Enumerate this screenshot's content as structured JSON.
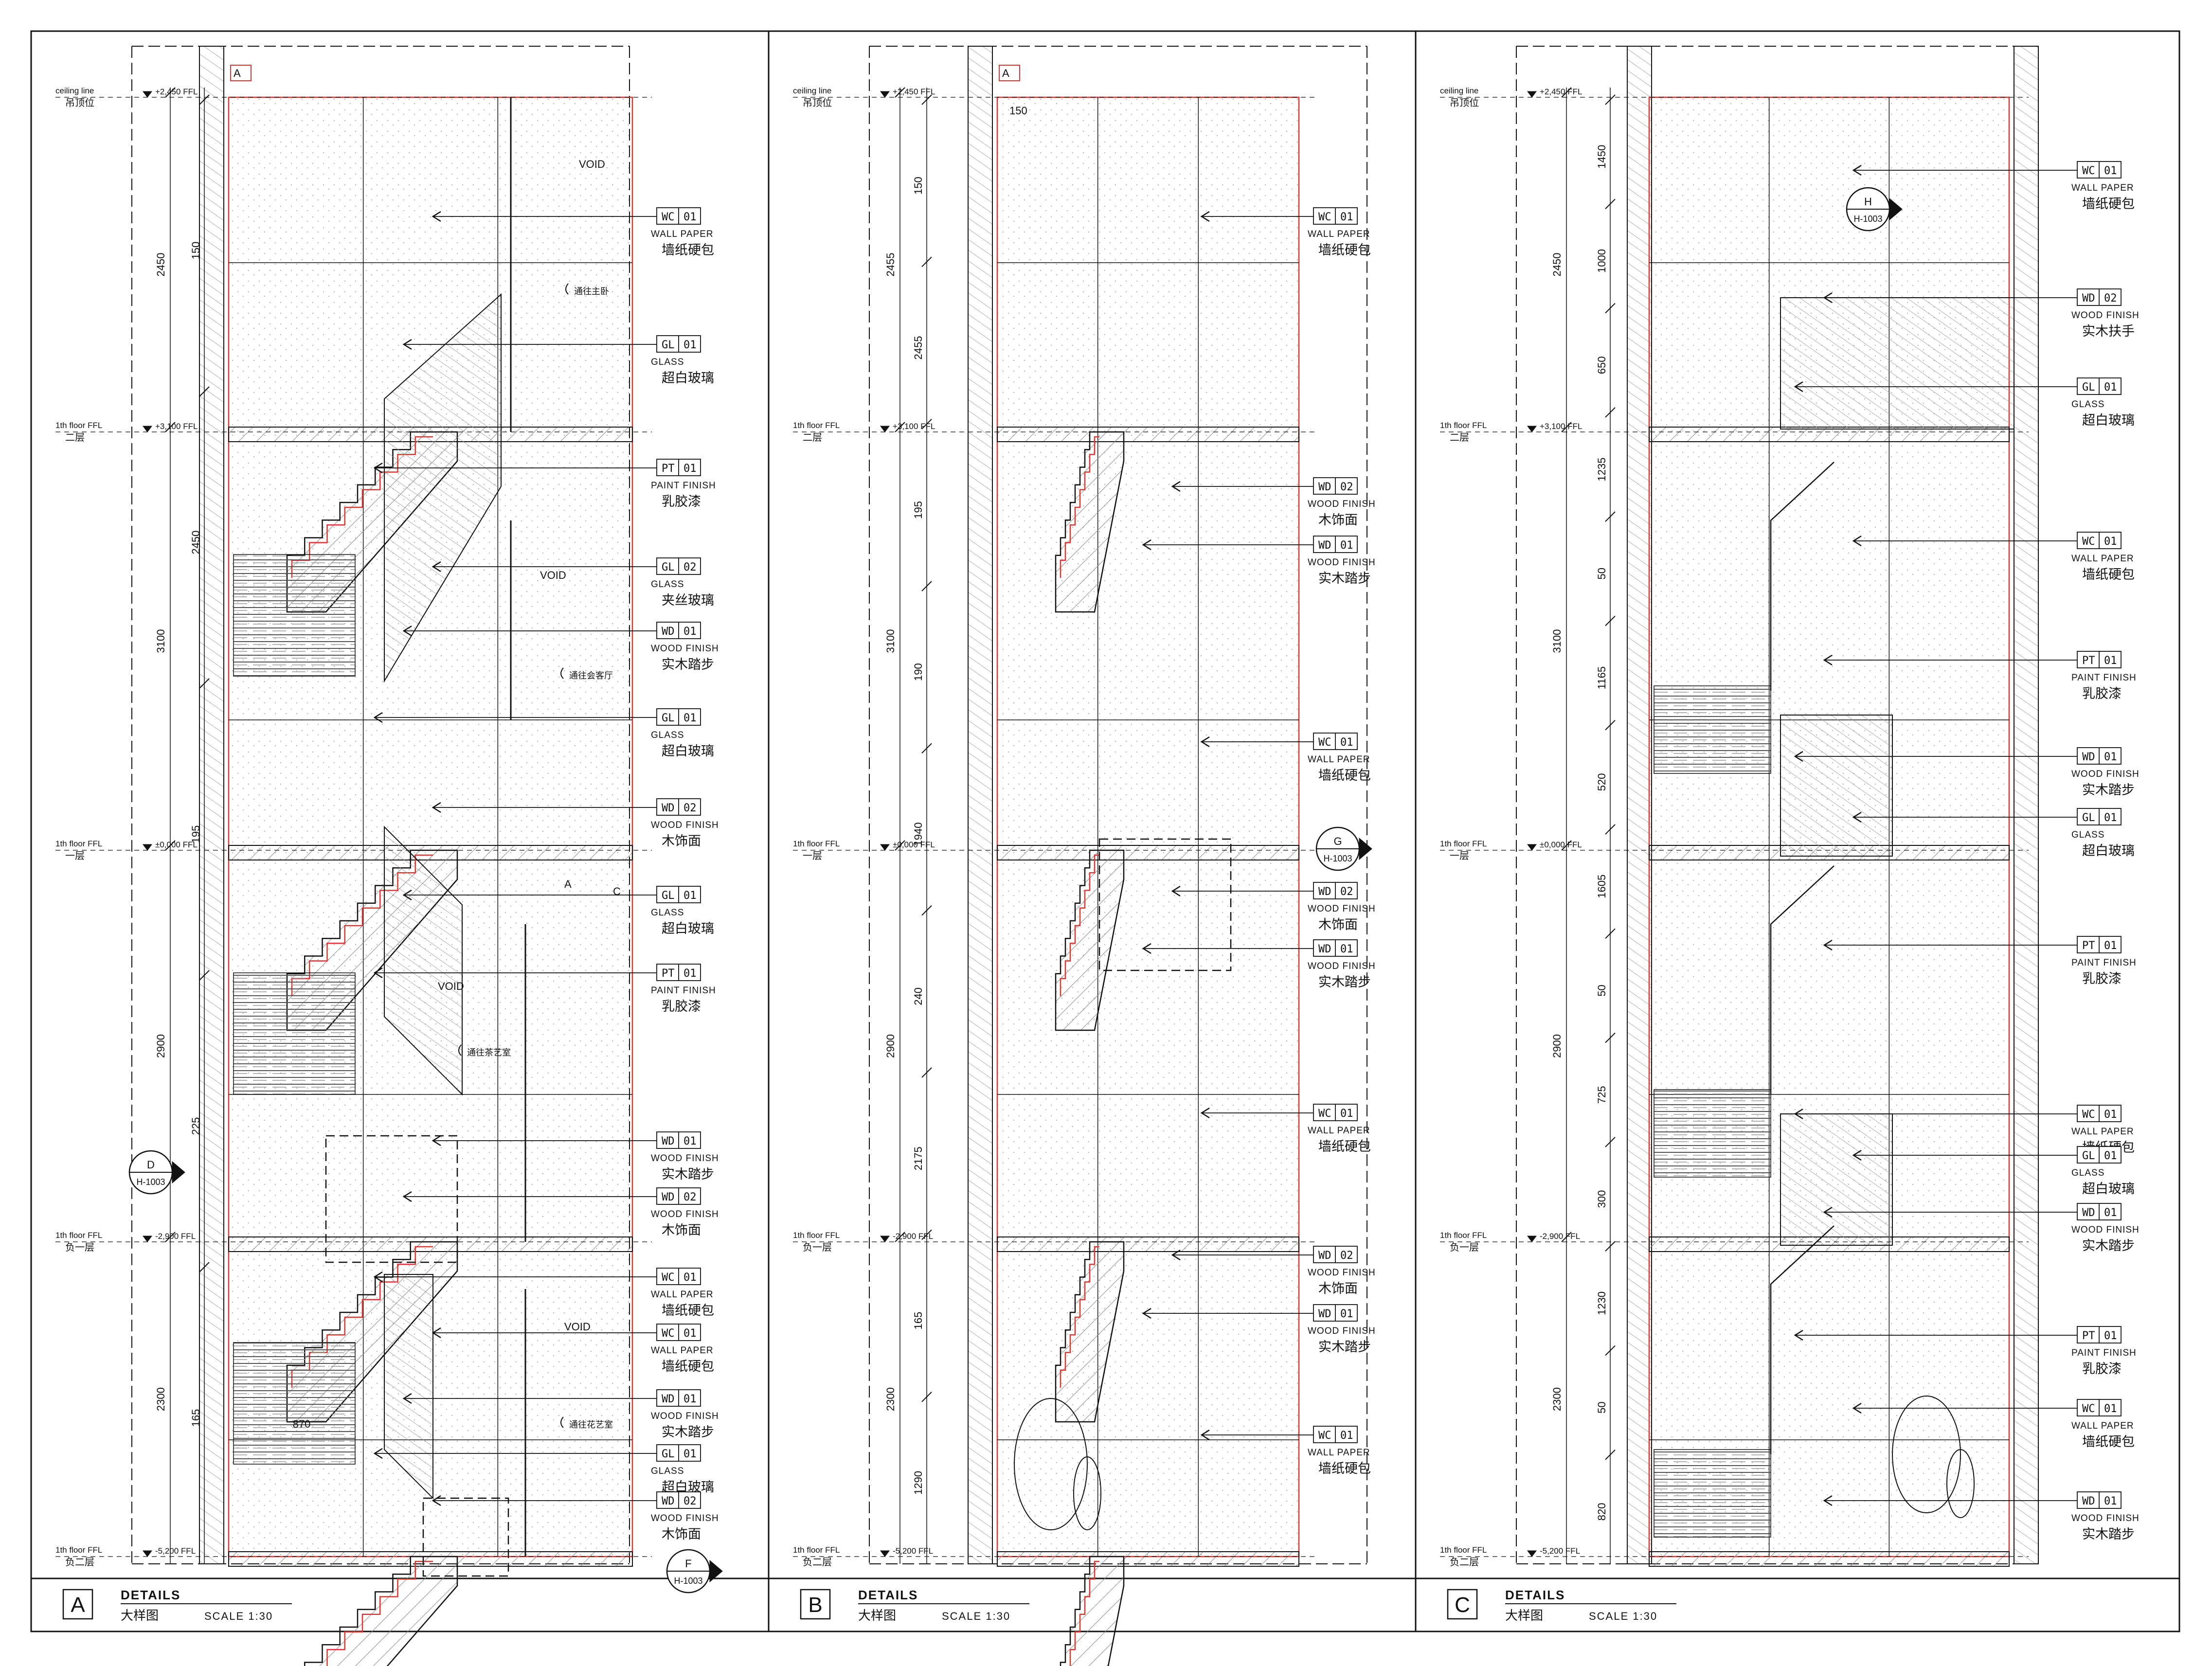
{
  "sheet": {
    "panels": [
      {
        "id": "A",
        "title": "DETAILS",
        "subtitle": "大样图",
        "scale": "SCALE  1:30",
        "levels": [
          {
            "en": "ceiling line",
            "cn": "吊顶位",
            "value": "+2,450 FFL"
          },
          {
            "en": "1th floor FFL",
            "cn": "二层",
            "value": "+3,100 FFL"
          },
          {
            "en": "1th floor FFL",
            "cn": "一层",
            "value": "±0,000 FFL"
          },
          {
            "en": "1th floor FFL",
            "cn": "负一层",
            "value": "-2,900 FFL"
          },
          {
            "en": "1th floor FFL",
            "cn": "负二层",
            "value": "-5,200 FFL"
          }
        ],
        "total_dims": [
          "2450",
          "3100",
          "2900",
          "2300"
        ],
        "sub_dims": [
          "150",
          "2450",
          "195",
          "225",
          "165"
        ],
        "width_dim": "870",
        "callouts": [
          {
            "code": "WC",
            "num": "01",
            "en": "WALL PAPER",
            "cn": "墙纸硬包"
          },
          {
            "code": "GL",
            "num": "01",
            "en": "GLASS",
            "cn": "超白玻璃"
          },
          {
            "code": "PT",
            "num": "01",
            "en": "PAINT FINISH",
            "cn": "乳胶漆"
          },
          {
            "code": "GL",
            "num": "02",
            "en": "GLASS",
            "cn": "夹丝玻璃"
          },
          {
            "code": "WD",
            "num": "01",
            "en": "WOOD FINISH",
            "cn": "实木踏步"
          },
          {
            "code": "GL",
            "num": "01",
            "en": "GLASS",
            "cn": "超白玻璃"
          },
          {
            "code": "WD",
            "num": "02",
            "en": "WOOD FINISH",
            "cn": "木饰面"
          },
          {
            "code": "GL",
            "num": "01",
            "en": "GLASS",
            "cn": "超白玻璃"
          },
          {
            "code": "PT",
            "num": "01",
            "en": "PAINT FINISH",
            "cn": "乳胶漆"
          },
          {
            "code": "WD",
            "num": "01",
            "en": "WOOD FINISH",
            "cn": "实木踏步"
          },
          {
            "code": "WD",
            "num": "02",
            "en": "WOOD FINISH",
            "cn": "木饰面"
          },
          {
            "code": "WC",
            "num": "01",
            "en": "WALL PAPER",
            "cn": "墙纸硬包"
          },
          {
            "code": "WC",
            "num": "01",
            "en": "WALL PAPER",
            "cn": "墙纸硬包"
          },
          {
            "code": "WD",
            "num": "01",
            "en": "WOOD FINISH",
            "cn": "实木踏步"
          },
          {
            "code": "GL",
            "num": "01",
            "en": "GLASS",
            "cn": "超白玻璃"
          },
          {
            "code": "WD",
            "num": "02",
            "en": "WOOD FINISH",
            "cn": "木饰面"
          }
        ],
        "voids": [
          "VOID",
          "VOID",
          "VOID",
          "VOID"
        ],
        "notes": [
          "通往主卧",
          "通往会客厅",
          "通往茶艺室",
          "通往花艺室"
        ],
        "section_marks": [
          {
            "letter": "D",
            "ref": "H-1003"
          },
          {
            "letter": "F",
            "ref": "H-1003"
          }
        ],
        "markers": [
          "A",
          "A",
          "C"
        ]
      },
      {
        "id": "B",
        "title": "DETAILS",
        "subtitle": "大样图",
        "scale": "SCALE  1:30",
        "levels": [
          {
            "en": "ceiling line",
            "cn": "吊顶位",
            "value": "+2,450 FFL"
          },
          {
            "en": "1th floor FFL",
            "cn": "二层",
            "value": "+3,100 FFL"
          },
          {
            "en": "1th floor FFL",
            "cn": "一层",
            "value": "±0,000 FFL"
          },
          {
            "en": "1th floor FFL",
            "cn": "负一层",
            "value": "-2,900 FFL"
          },
          {
            "en": "1th floor FFL",
            "cn": "负二层",
            "value": "-5,200 FFL"
          }
        ],
        "total_dims": [
          "2455",
          "3100",
          "2900",
          "2300"
        ],
        "sub_dims": [
          "150",
          "2455",
          "195",
          "190",
          "1940",
          "240",
          "2175",
          "165",
          "1290"
        ],
        "top_dim": "150",
        "callouts": [
          {
            "code": "WC",
            "num": "01",
            "en": "WALL PAPER",
            "cn": "墙纸硬包"
          },
          {
            "code": "WD",
            "num": "02",
            "en": "WOOD FINISH",
            "cn": "木饰面"
          },
          {
            "code": "WD",
            "num": "01",
            "en": "WOOD FINISH",
            "cn": "实木踏步"
          },
          {
            "code": "WC",
            "num": "01",
            "en": "WALL PAPER",
            "cn": "墙纸硬包"
          },
          {
            "code": "WD",
            "num": "02",
            "en": "WOOD FINISH",
            "cn": "木饰面"
          },
          {
            "code": "WD",
            "num": "01",
            "en": "WOOD FINISH",
            "cn": "实木踏步"
          },
          {
            "code": "WC",
            "num": "01",
            "en": "WALL PAPER",
            "cn": "墙纸硬包"
          },
          {
            "code": "WD",
            "num": "02",
            "en": "WOOD FINISH",
            "cn": "木饰面"
          },
          {
            "code": "WD",
            "num": "01",
            "en": "WOOD FINISH",
            "cn": "实木踏步"
          },
          {
            "code": "WC",
            "num": "01",
            "en": "WALL PAPER",
            "cn": "墙纸硬包"
          }
        ],
        "section_marks": [
          {
            "letter": "G",
            "ref": "H-1003"
          }
        ],
        "markers": [
          "A"
        ]
      },
      {
        "id": "C",
        "title": "DETAILS",
        "subtitle": "大样图",
        "scale": "SCALE  1:30",
        "levels": [
          {
            "en": "ceiling line",
            "cn": "吊顶位",
            "value": "+2,450 FFL"
          },
          {
            "en": "1th floor FFL",
            "cn": "二层",
            "value": "+3,100 FFL"
          },
          {
            "en": "1th floor FFL",
            "cn": "一层",
            "value": "±0,000 FFL"
          },
          {
            "en": "1th floor FFL",
            "cn": "负一层",
            "value": "-2,900 FFL"
          },
          {
            "en": "1th floor FFL",
            "cn": "负二层",
            "value": "-5,200 FFL"
          }
        ],
        "total_dims": [
          "2450",
          "3100",
          "2900",
          "2300"
        ],
        "sub_dims": [
          "1450",
          "1000",
          "650",
          "1235",
          "50",
          "1165",
          "520",
          "1605",
          "50",
          "725",
          "300",
          "1230",
          "50",
          "820"
        ],
        "callouts": [
          {
            "code": "WC",
            "num": "01",
            "en": "WALL PAPER",
            "cn": "墙纸硬包"
          },
          {
            "code": "WD",
            "num": "02",
            "en": "WOOD FINISH",
            "cn": "实木扶手"
          },
          {
            "code": "GL",
            "num": "01",
            "en": "GLASS",
            "cn": "超白玻璃"
          },
          {
            "code": "WC",
            "num": "01",
            "en": "WALL PAPER",
            "cn": "墙纸硬包"
          },
          {
            "code": "PT",
            "num": "01",
            "en": "PAINT FINISH",
            "cn": "乳胶漆"
          },
          {
            "code": "WD",
            "num": "01",
            "en": "WOOD FINISH",
            "cn": "实木踏步"
          },
          {
            "code": "GL",
            "num": "01",
            "en": "GLASS",
            "cn": "超白玻璃"
          },
          {
            "code": "PT",
            "num": "01",
            "en": "PAINT FINISH",
            "cn": "乳胶漆"
          },
          {
            "code": "WC",
            "num": "01",
            "en": "WALL PAPER",
            "cn": "墙纸硬包"
          },
          {
            "code": "GL",
            "num": "01",
            "en": "GLASS",
            "cn": "超白玻璃"
          },
          {
            "code": "WD",
            "num": "01",
            "en": "WOOD FINISH",
            "cn": "实木踏步"
          },
          {
            "code": "PT",
            "num": "01",
            "en": "PAINT FINISH",
            "cn": "乳胶漆"
          },
          {
            "code": "WC",
            "num": "01",
            "en": "WALL PAPER",
            "cn": "墙纸硬包"
          },
          {
            "code": "WD",
            "num": "01",
            "en": "WOOD FINISH",
            "cn": "实木踏步"
          }
        ],
        "section_marks": [
          {
            "letter": "H",
            "ref": "H-1003"
          }
        ],
        "markers": []
      }
    ]
  },
  "colors": {
    "line": "#111111",
    "red": "#e0362f",
    "hatch": "#8a8a8a",
    "paper": "#ffffff"
  }
}
